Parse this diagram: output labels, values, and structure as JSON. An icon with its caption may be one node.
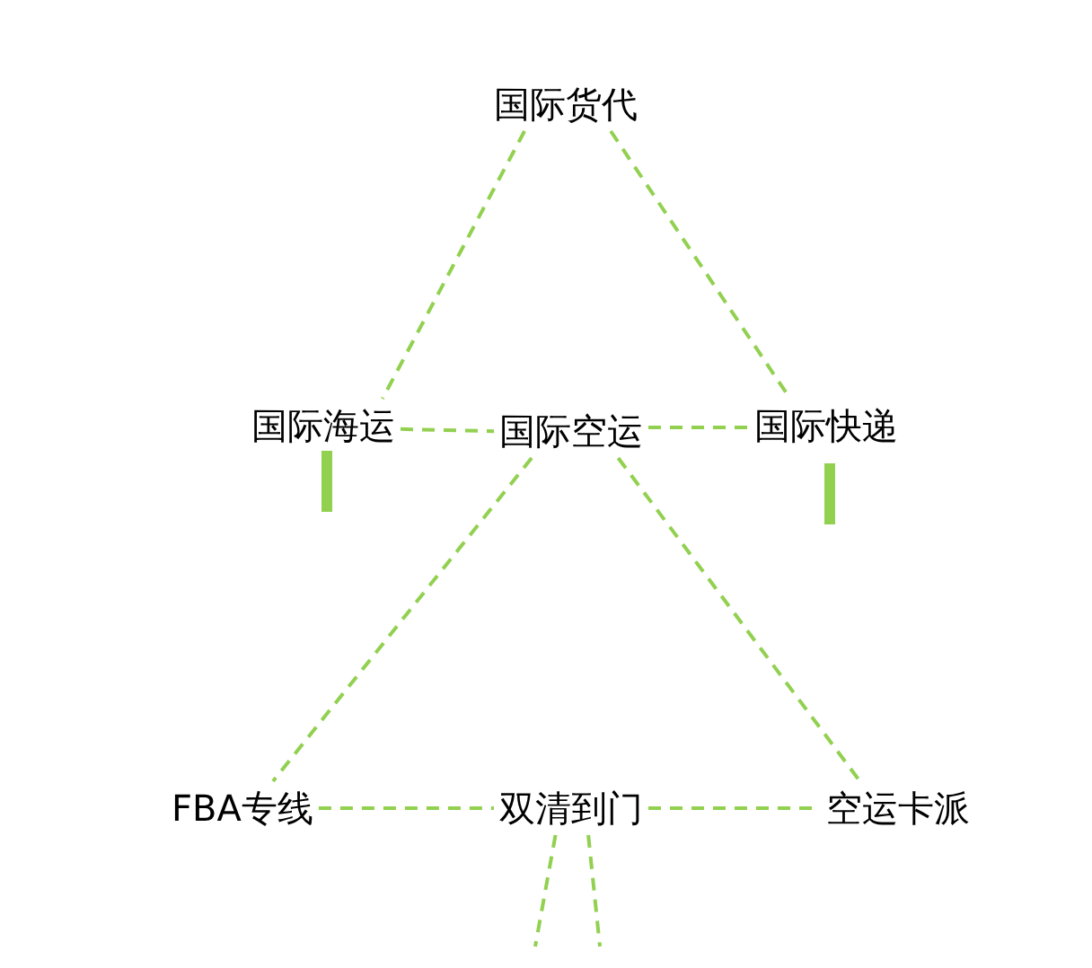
{
  "diagram": {
    "nodes": [
      {
        "text": [
          "国际货代"
        ]
      },
      {
        "text": [
          "国际海运"
        ]
      },
      {
        "text": [
          "国际空运"
        ]
      },
      {
        "text": [
          "国际快递"
        ]
      },
      {
        "text": [
          "FBA专线"
        ]
      },
      {
        "text": [
          "双清到门"
        ]
      },
      {
        "text": [
          "空运卡派"
        ]
      }
    ],
    "edges": [
      {
        "from": 0,
        "to": 1,
        "arrow": "none",
        "style": "dashed",
        "color": "#92d050"
      },
      {
        "from": 0,
        "to": 3,
        "arrow": "none",
        "style": "dashed",
        "color": "#92d050"
      },
      {
        "from": 1,
        "to": 2,
        "arrow": "none",
        "style": "dashed",
        "color": "#92d050"
      },
      {
        "from": 2,
        "to": 3,
        "arrow": "none",
        "style": "dashed",
        "color": "#92d050"
      },
      {
        "from": 2,
        "to": 4,
        "arrow": "none",
        "style": "dashed",
        "color": "#92d050"
      },
      {
        "from": 2,
        "to": 6,
        "arrow": "none",
        "style": "dashed",
        "color": "#92d050"
      },
      {
        "from": 4,
        "to": 5,
        "arrow": "none",
        "style": "dashed",
        "color": "#92d050"
      },
      {
        "from": 5,
        "to": 6,
        "arrow": "none",
        "style": "dashed",
        "color": "#92d050"
      },
      {
        "from": 5,
        "to": null,
        "arrow": "none",
        "style": "dashed",
        "color": "#92d050"
      },
      {
        "from": 5,
        "to": null,
        "arrow": "none",
        "style": "dashed",
        "color": "#92d050"
      }
    ]
  }
}
